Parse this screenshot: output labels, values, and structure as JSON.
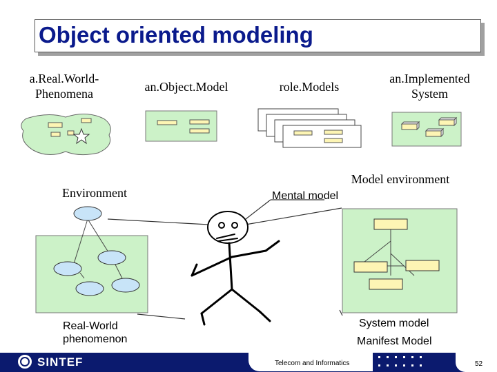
{
  "slide": {
    "title": "Object oriented modeling"
  },
  "labels": {
    "real_world_phenomena": [
      "a.Real.World-",
      "Phenomena"
    ],
    "object_model": "an.Object.Model",
    "role_models": "role.Models",
    "implemented_system": [
      "an.Implemented",
      "System"
    ],
    "environment": "Environment",
    "model_environment": "Model environment",
    "mental_model": "Mental model",
    "real_world_phenomenon": [
      "Real-World",
      "phenomenon"
    ],
    "system_model": "System model",
    "manifest_model": "Manifest Model"
  },
  "footer": {
    "logo": "SINTEF",
    "department": "Telecom and Informatics",
    "page_number": "52"
  },
  "colors": {
    "title_text": "#0a1a8c",
    "diagram_fill": "#ccf2c8",
    "node_fill": "#c8e4f8",
    "box_fill": "#fdf5b4",
    "footer_bar": "#0b1a6e"
  },
  "icons": {
    "star": "star-icon",
    "stick_figure": "person-icon",
    "logo_mark": "sintef-logo-icon"
  }
}
